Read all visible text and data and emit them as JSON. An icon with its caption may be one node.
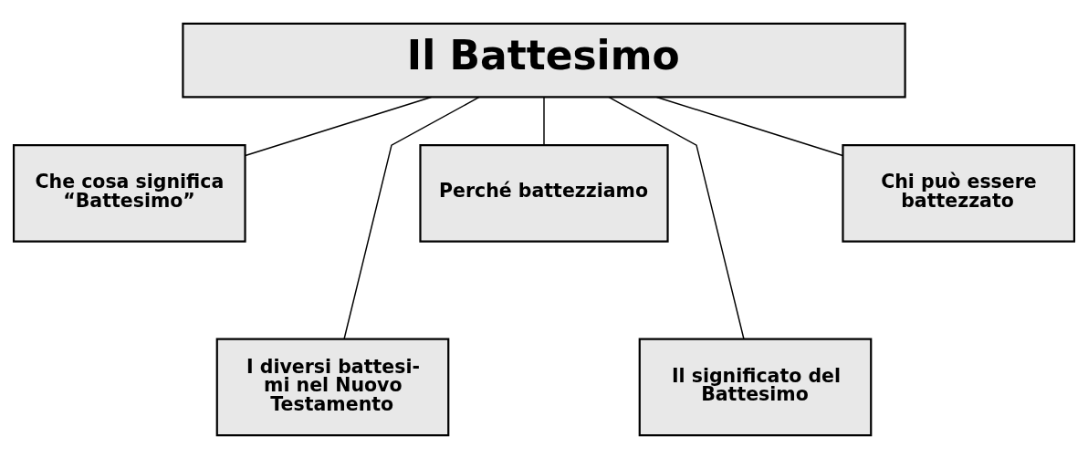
{
  "diagram": {
    "nodes": [
      {
        "text": [
          "Il Battesimo"
        ]
      },
      {
        "text": [
          "Che cosa significa “Battesimo”"
        ]
      },
      {
        "text": [
          "I diversi battesi- mi nel Nuovo Testamento"
        ]
      },
      {
        "text": [
          "Perché battezziamo"
        ]
      },
      {
        "text": [
          "Il significato del Battesimo"
        ]
      },
      {
        "text": [
          "Chi può essere battezzato"
        ]
      }
    ],
    "edges": [
      {
        "from": 0,
        "to": 1,
        "arrow": "none"
      },
      {
        "from": 0,
        "to": 2,
        "arrow": "none"
      },
      {
        "from": 0,
        "to": 3,
        "arrow": "none"
      },
      {
        "from": 0,
        "to": 4,
        "arrow": "none"
      },
      {
        "from": 0,
        "to": 5,
        "arrow": "none"
      }
    ]
  }
}
